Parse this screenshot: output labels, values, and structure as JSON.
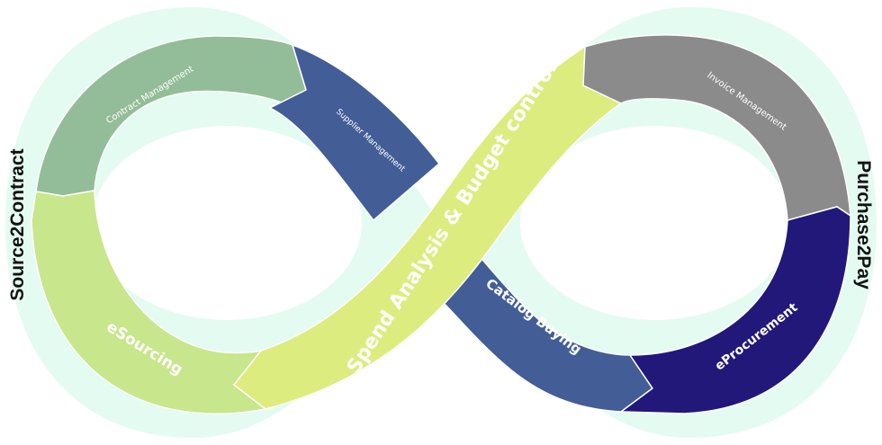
{
  "labels": {
    "left_side": "Source2Contract",
    "right_side": "Purchase2Pay",
    "contract_management": "Contract Management",
    "supplier_management": "Supplier Management",
    "esourcing": "eSourcing",
    "spend_analysis": "Spend Analysis & Budget control",
    "catalog_buying": "Catalog Buying",
    "invoice_management": "Invoice Management",
    "eprocurement": "eProcurement"
  },
  "colors": {
    "halo": "#e4fbf1",
    "contract_management": "#93bd98",
    "supplier_management": "#435d97",
    "esourcing": "#c8e68b",
    "spend_analysis": "#ddec7e",
    "catalog_buying": "#435d97",
    "invoice_management": "#8b8b8b",
    "eprocurement": "#22187a"
  }
}
